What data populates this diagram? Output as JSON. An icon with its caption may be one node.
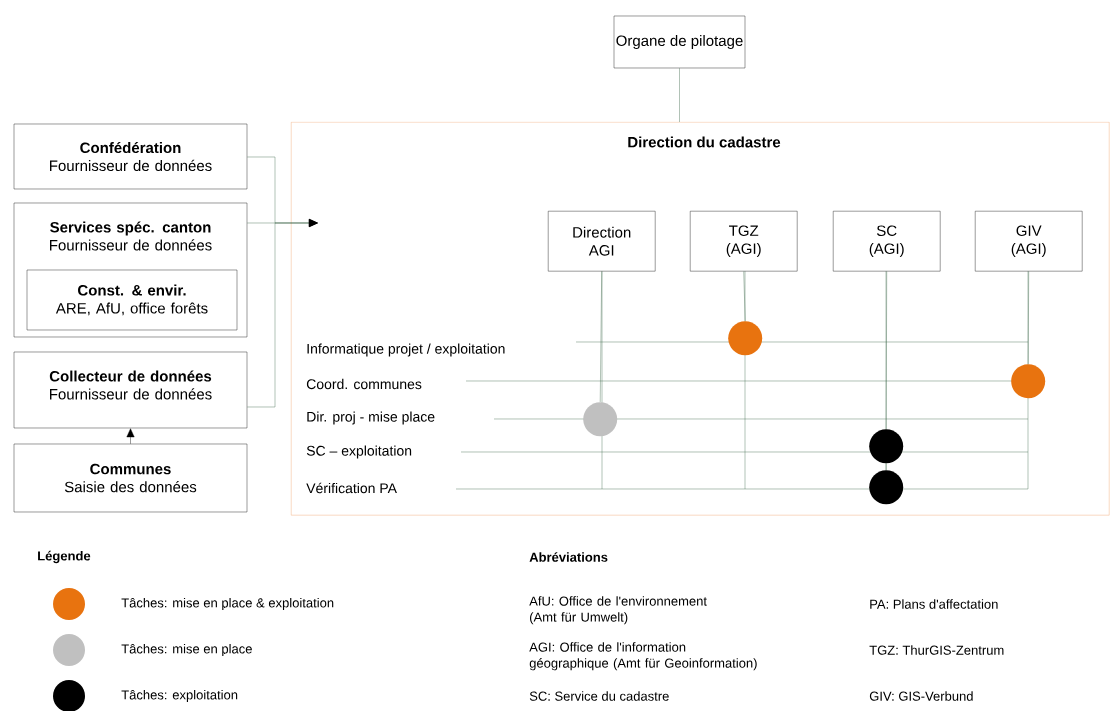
{
  "diagram": {
    "nodes": [
      {
        "text": [
          "Organe de pilotage"
        ]
      },
      {
        "text": [
          "Direction du cadastre"
        ]
      },
      {
        "text": [
          "Confédération",
          "Fournisseur de données"
        ]
      },
      {
        "text": [
          "Services spéc. canton",
          "Fournisseur de données"
        ]
      },
      {
        "text": [
          "Const. & envir.",
          "ARE, AfU, office forêts"
        ],
        "in": 3
      },
      {
        "text": [
          "Collecteur de données",
          "Fournisseur de données"
        ]
      },
      {
        "text": [
          "Communes",
          "Saisie des données"
        ]
      },
      {
        "text": [
          "Direction AGI"
        ],
        "in": 1
      },
      {
        "text": [
          "TGZ (AGI)"
        ],
        "in": 1
      },
      {
        "text": [
          "SC (AGI)"
        ],
        "in": 1
      },
      {
        "text": [
          "GIV (AGI)"
        ],
        "in": 1
      },
      {
        "text": [],
        "shape": "circle",
        "in": 1
      },
      {
        "text": [],
        "shape": "circle",
        "in": 1
      },
      {
        "text": [],
        "shape": "circle",
        "in": 1
      },
      {
        "text": [],
        "shape": "circle",
        "in": 1
      },
      {
        "text": [],
        "shape": "circle",
        "in": 1
      }
    ],
    "edges": [
      {
        "from": 0,
        "to": 1,
        "arrow": "none"
      },
      {
        "from": 2,
        "to": 1,
        "arrow": "to"
      },
      {
        "from": 3,
        "to": 1,
        "arrow": "to"
      },
      {
        "from": 5,
        "to": 1,
        "arrow": "to"
      },
      {
        "from": 6,
        "to": 5,
        "arrow": "to",
        "color": "#000000"
      },
      {
        "from": 8,
        "to": 11,
        "arrow": "none"
      },
      {
        "from": 10,
        "to": 12,
        "arrow": "none"
      },
      {
        "from": 7,
        "to": 13,
        "arrow": "none"
      },
      {
        "from": 9,
        "to": 14,
        "arrow": "none"
      },
      {
        "from": 14,
        "to": 15,
        "arrow": "none"
      }
    ],
    "labels": [
      "Informatique projet / exploitation",
      "Coord. communes",
      "Dir. proj - mise place",
      "SC – exploitation",
      "Vérification PA",
      "Légende",
      "Abréviations",
      "AfU: Office de l'environnement (Amt für Umwelt)",
      "PA: Plans d'affectation",
      "AGI: Office de l'information géographique (Amt für Geoinformation)",
      "TGZ: ThurGIS-Zentrum",
      "SC: Service du cadastre",
      "GIV: GIS-Verbund"
    ],
    "legend": [
      {
        "text": "Tâches: mise en place & exploitation",
        "color": "#e8730f"
      },
      {
        "text": "Tâches: mise en place",
        "color": "#c0c0c0"
      },
      {
        "text": "Tâches: exploitation",
        "color": "#000000"
      }
    ]
  }
}
